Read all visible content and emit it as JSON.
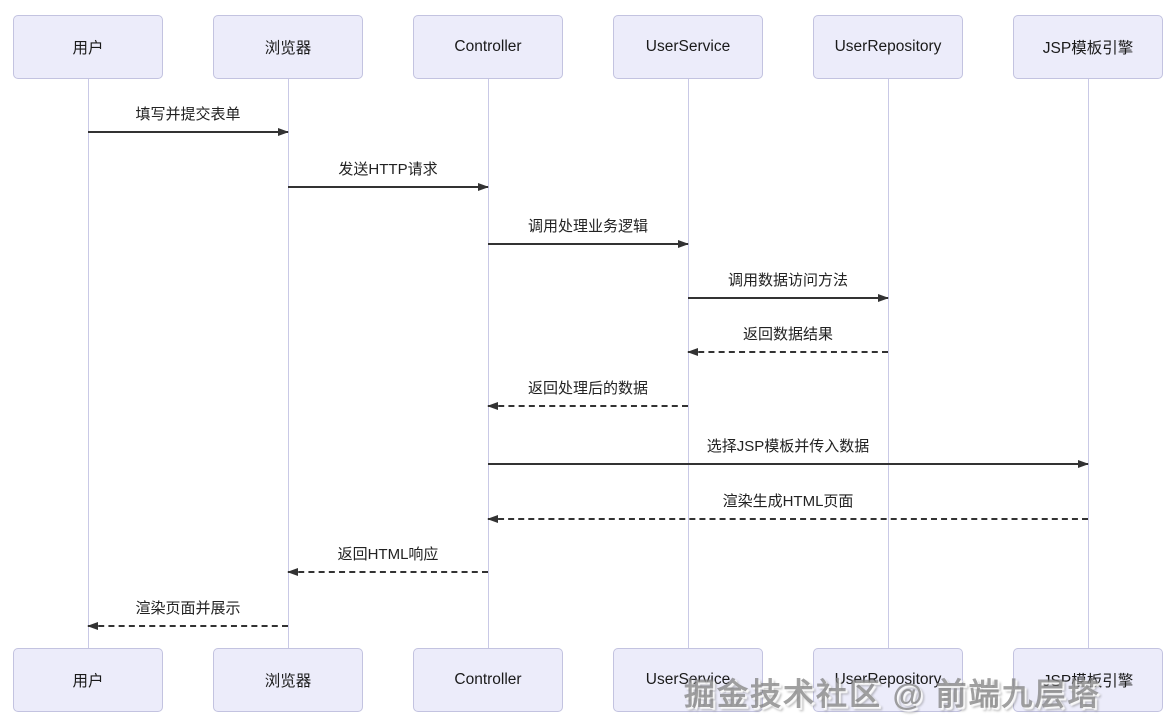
{
  "diagram": {
    "type": "sequence",
    "actors": [
      {
        "id": "user",
        "label": "用户"
      },
      {
        "id": "browser",
        "label": "浏览器"
      },
      {
        "id": "controller",
        "label": "Controller"
      },
      {
        "id": "user-service",
        "label": "UserService"
      },
      {
        "id": "user-repository",
        "label": "UserRepository"
      },
      {
        "id": "jsp-engine",
        "label": "JSP模板引擎"
      }
    ],
    "messages": [
      {
        "from": "用户",
        "to": "浏览器",
        "label": "填写并提交表单",
        "line": "solid",
        "direction": "right"
      },
      {
        "from": "浏览器",
        "to": "Controller",
        "label": "发送HTTP请求",
        "line": "solid",
        "direction": "right"
      },
      {
        "from": "Controller",
        "to": "UserService",
        "label": "调用处理业务逻辑",
        "line": "solid",
        "direction": "right"
      },
      {
        "from": "UserService",
        "to": "UserRepository",
        "label": "调用数据访问方法",
        "line": "solid",
        "direction": "right"
      },
      {
        "from": "UserRepository",
        "to": "UserService",
        "label": "返回数据结果",
        "line": "dashed",
        "direction": "left"
      },
      {
        "from": "UserService",
        "to": "Controller",
        "label": "返回处理后的数据",
        "line": "dashed",
        "direction": "left"
      },
      {
        "from": "Controller",
        "to": "JSP模板引擎",
        "label": "选择JSP模板并传入数据",
        "line": "solid",
        "direction": "right"
      },
      {
        "from": "JSP模板引擎",
        "to": "Controller",
        "label": "渲染生成HTML页面",
        "line": "dashed",
        "direction": "left"
      },
      {
        "from": "Controller",
        "to": "浏览器",
        "label": "返回HTML响应",
        "line": "dashed",
        "direction": "left"
      },
      {
        "from": "浏览器",
        "to": "用户",
        "label": "渲染页面并展示",
        "line": "dashed",
        "direction": "left"
      }
    ],
    "watermark": "掘金技术社区 @ 前端九层塔",
    "colors": {
      "background": "#FFFFFF",
      "actor_fill": "#ECECFA",
      "actor_border": "#C3C3E0",
      "lifeline": "#C9C9E6",
      "arrow": "#333333",
      "watermark": "#828282"
    }
  }
}
